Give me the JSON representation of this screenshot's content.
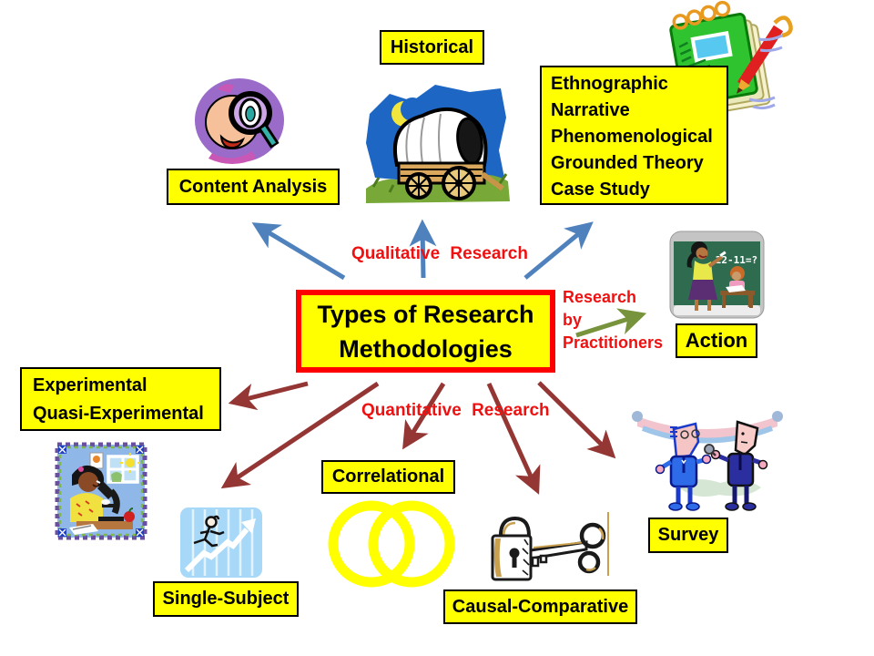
{
  "slide": {
    "title_lines": [
      "Types of Research",
      "Methodologies"
    ]
  },
  "branch_labels": {
    "qualitative": "Qualitative Research",
    "quantitative": "Quantitative Research",
    "practitioners_lines": [
      "Research",
      "by",
      "Practitioners"
    ]
  },
  "nodes": {
    "historical": "Historical",
    "content_analysis": "Content Analysis",
    "qualitative_types_lines": [
      "Ethnographic",
      "Narrative",
      "Phenomenological",
      "Grounded Theory",
      "Case Study"
    ],
    "action": "Action",
    "action_chalkboard": "22-11=?",
    "experimental_lines": [
      "Experimental",
      "Quasi-Experimental"
    ],
    "single_subject": "Single-Subject",
    "correlational": "Correlational",
    "causal_comparative": "Causal-Comparative",
    "survey": "Survey"
  },
  "colors": {
    "node_fill": "#FFFF00",
    "node_border": "#000000",
    "center_border": "#FF0000",
    "qualitative_arrow_blue": "#4F81BD",
    "quantitative_arrow_maroon": "#943634",
    "practitioner_arrow_green": "#77933C",
    "branch_text_red": "#EE1111"
  }
}
